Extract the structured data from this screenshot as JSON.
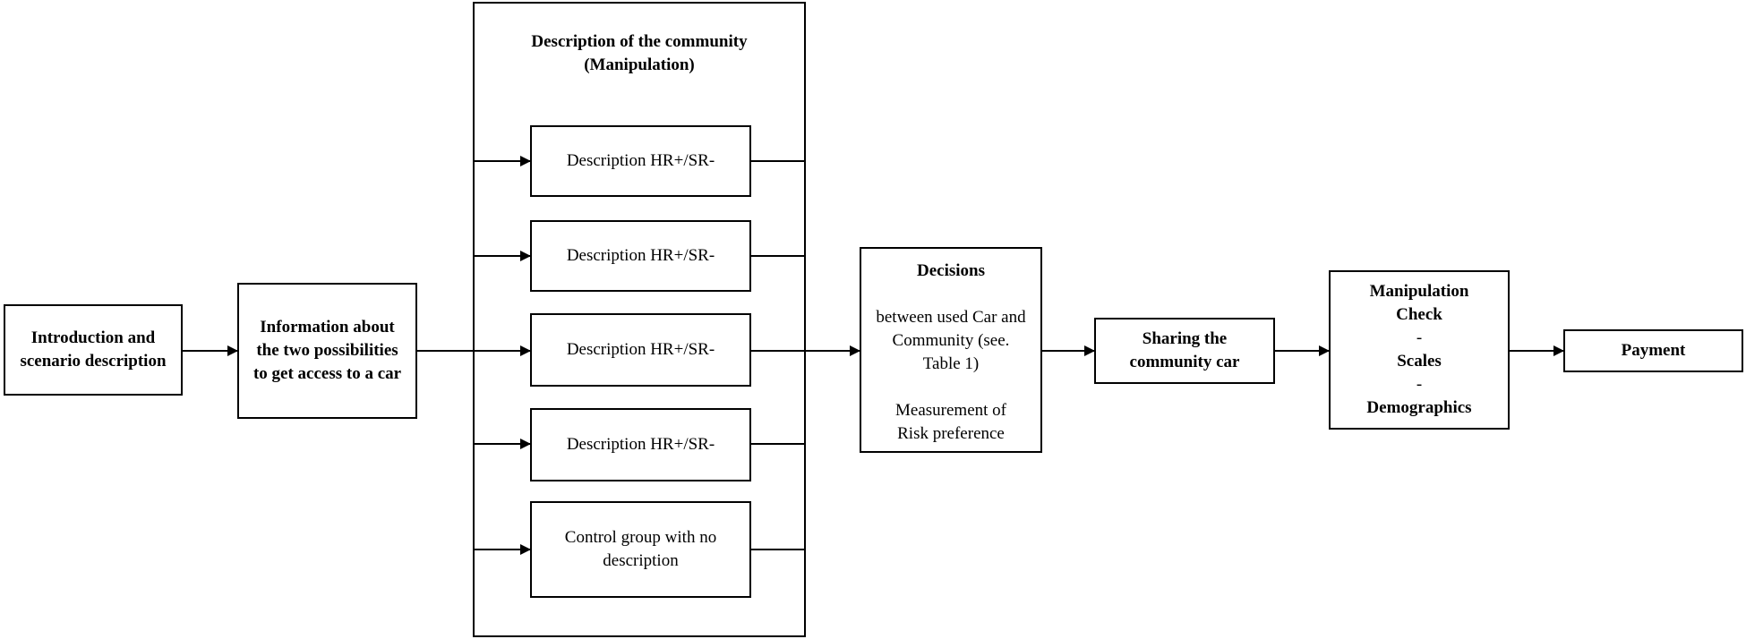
{
  "steps": {
    "intro": "Introduction and scenario description",
    "info": "Information about the two possibilities to get access to a car",
    "community_title": "Description of the community (Manipulation)",
    "groups": [
      "Description HR+/SR-",
      "Description HR+/SR-",
      "Description HR+/SR-",
      "Description HR+/SR-",
      "Control group with no description"
    ],
    "decisions": {
      "title": "Decisions",
      "line1": "between used Car and Community (see. Table 1)",
      "line2": "Measurement of Risk preference"
    },
    "sharing": "Sharing the community car",
    "manipulation": {
      "line1": "Manipulation Check",
      "sep1": "-",
      "line2": "Scales",
      "sep2": "-",
      "line3": "Demographics"
    },
    "payment": "Payment"
  }
}
